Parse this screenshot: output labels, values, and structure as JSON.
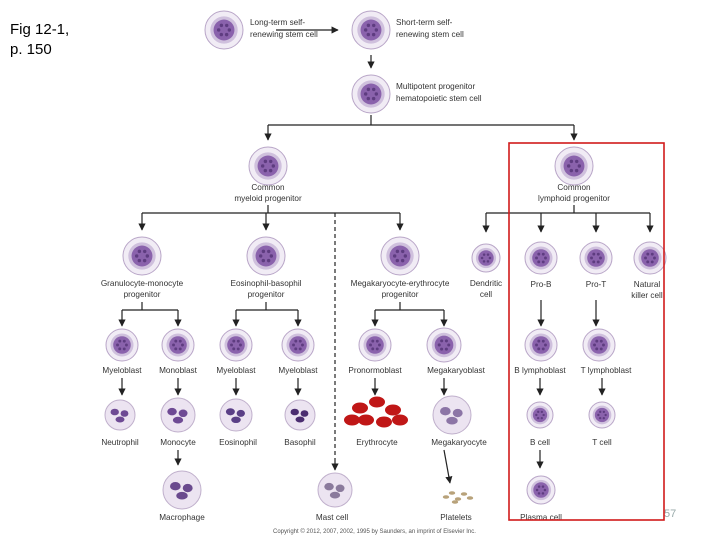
{
  "slide": {
    "title_line1": "Fig 12-1,",
    "title_line2": "p. 150",
    "page_number": "57",
    "copyright": "Copyright © 2012, 2007, 2002, 1995 by Saunders, an imprint of Elsevier Inc."
  },
  "colors": {
    "highlight_box": "#d11b1b",
    "cell_body": "#cfc0dd",
    "nucleus": "#8a62ac",
    "erythrocyte": "#c01717",
    "arrow": "#222222"
  },
  "labels": {
    "lt_stem_1": "Long-term self-",
    "lt_stem_2": "renewing stem cell",
    "st_stem_1": "Short-term self-",
    "st_stem_2": "renewing stem cell",
    "mpp_1": "Multipotent progenitor",
    "mpp_2": "hematopoietic stem cell",
    "cmp_1": "Common",
    "cmp_2": "myeloid progenitor",
    "clp_1": "Common",
    "clp_2": "lymphoid progenitor",
    "gmp_1": "Granulocyte-monocyte",
    "gmp_2": "progenitor",
    "ebp_1": "Eosinophil-basophil",
    "ebp_2": "progenitor",
    "mep_1": "Megakaryocyte-erythrocyte",
    "mep_2": "progenitor",
    "dendritic_1": "Dendritic",
    "dendritic_2": "cell",
    "prob": "Pro-B",
    "prot": "Pro-T",
    "nk_1": "Natural",
    "nk_2": "killer cell",
    "myeloblast1": "Myeloblast",
    "monoblast": "Monoblast",
    "myeloblast2": "Myeloblast",
    "myeloblast3": "Myeloblast",
    "pronormoblast": "Pronormoblast",
    "megakaryoblast": "Megakaryoblast",
    "blymphoblast": "B lymphoblast",
    "tlymphoblast": "T lymphoblast",
    "neutrophil": "Neutrophil",
    "monocyte": "Monocyte",
    "eosinophil": "Eosinophil",
    "basophil": "Basophil",
    "erythrocyte": "Erythrocyte",
    "megakaryocyte": "Megakaryocyte",
    "bcell": "B cell",
    "tcell": "T cell",
    "macrophage": "Macrophage",
    "mastcell": "Mast cell",
    "platelets": "Platelets",
    "plasmacell": "Plasma cell"
  }
}
